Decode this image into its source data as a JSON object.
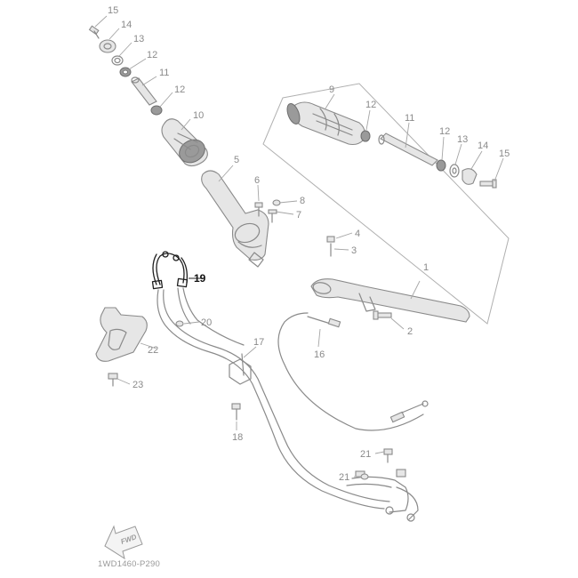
{
  "diagram": {
    "code": "1WD1460-P290",
    "fwd_label": "FWD",
    "labels": {
      "left_15": "15",
      "left_14": "14",
      "left_13": "13",
      "left_12a": "12",
      "left_11": "11",
      "left_12b": "12",
      "left_10": "10",
      "p5": "5",
      "p6": "6",
      "p8": "8",
      "p7": "7",
      "right_9": "9",
      "right_12a": "12",
      "right_11": "11",
      "right_12b": "12",
      "right_13": "13",
      "right_14": "14",
      "right_15": "15",
      "p4": "4",
      "p3": "3",
      "p1": "1",
      "p2": "2",
      "p16": "16",
      "p19": "19",
      "p20": "20",
      "p22": "22",
      "p23": "23",
      "p17": "17",
      "p18": "18",
      "p21a": "21",
      "p21b": "21"
    },
    "highlighted_part": "19"
  }
}
